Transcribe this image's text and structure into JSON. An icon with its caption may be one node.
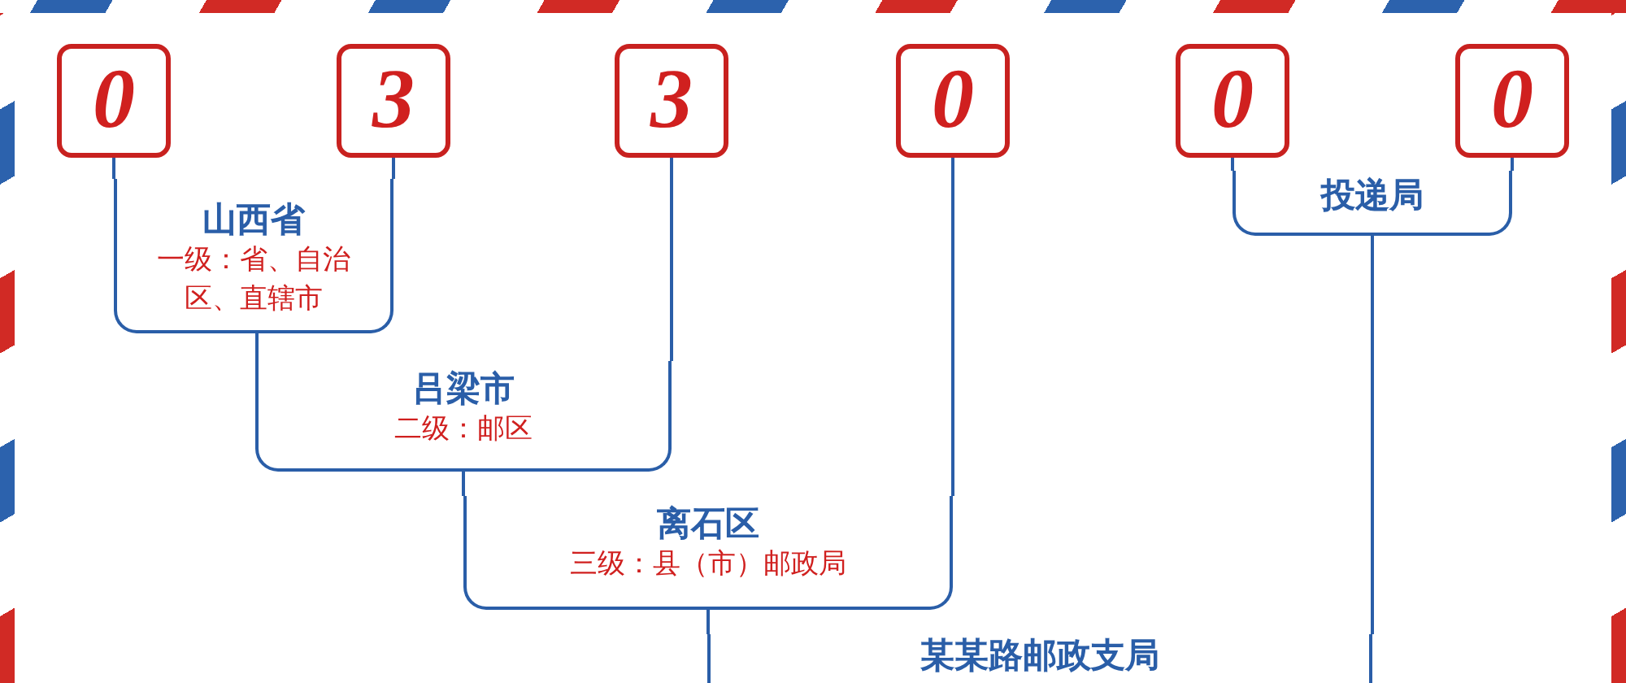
{
  "diagram": {
    "nodes": [
      {
        "text": [
          "0"
        ]
      },
      {
        "text": [
          "3"
        ]
      },
      {
        "text": [
          "3"
        ]
      },
      {
        "text": [
          "0"
        ]
      },
      {
        "text": [
          "0"
        ]
      },
      {
        "text": [
          "0"
        ]
      },
      {
        "text": [
          "山西省",
          "一级：省、自治区、直辖市"
        ]
      },
      {
        "text": [
          "吕梁市",
          "二级：邮区"
        ]
      },
      {
        "text": [
          "离石区",
          "三级：县（市）邮政局"
        ]
      },
      {
        "text": [
          "投递局"
        ]
      },
      {
        "text": [
          "某某路邮政支局"
        ]
      }
    ],
    "edges": [
      {
        "from": 0,
        "to": 6,
        "arrow": "none"
      },
      {
        "from": 1,
        "to": 6,
        "arrow": "none"
      },
      {
        "from": 6,
        "to": 7,
        "arrow": "none"
      },
      {
        "from": 2,
        "to": 7,
        "arrow": "none"
      },
      {
        "from": 7,
        "to": 8,
        "arrow": "none"
      },
      {
        "from": 3,
        "to": 8,
        "arrow": "none"
      },
      {
        "from": 4,
        "to": 9,
        "arrow": "none"
      },
      {
        "from": 5,
        "to": 9,
        "arrow": "none"
      },
      {
        "from": 8,
        "to": 10,
        "arrow": "none"
      },
      {
        "from": 9,
        "to": 10,
        "arrow": "none"
      }
    ]
  }
}
